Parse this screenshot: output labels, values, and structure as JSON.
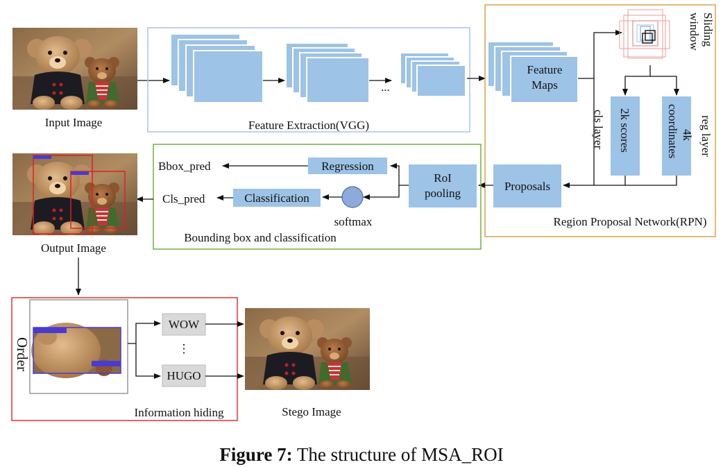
{
  "figure": {
    "caption_label": "Figure 7:",
    "caption_text": " The structure of MSA_ROI"
  },
  "labels": {
    "input_image": "Input Image",
    "feature_extraction": "Feature Extraction(VGG)",
    "ellipsis": "...",
    "feature_maps_line1": "Feature",
    "feature_maps_line2": "Maps",
    "sliding_window_line1": "Sliding",
    "sliding_window_line2": "window",
    "cls_layer": "cls layer",
    "scores": "2k scores",
    "coordinates_line1": "4k",
    "coordinates_line2": "coordinates",
    "reg_layer": "reg layer",
    "proposals": "Proposals",
    "rpn": "Region Proposal Network(RPN)",
    "roi_line1": "RoI",
    "roi_line2": "pooling",
    "regression": "Regression",
    "classification": "Classification",
    "softmax": "softmax",
    "bbox_pred": "Bbox_pred",
    "cls_pred": "Cls_pred",
    "bbox_section": "Bounding box and classification",
    "output_image": "Output Image",
    "order": "Order",
    "wow": "WOW",
    "vdots": "⋮",
    "hugo": "HUGO",
    "information_hiding": "Information hiding",
    "stego_image": "Stego Image"
  },
  "colors": {
    "block_fill": "#9dc3e6",
    "block_stroke": "#ffffff",
    "vgg_frame": "#a9c4e8",
    "rpn_frame": "#d9a04a",
    "bbox_frame": "#70ad47",
    "order_frame": "#e03131",
    "embed_box": "#d9d9d9",
    "softmax_circle": "#8eaadb"
  }
}
